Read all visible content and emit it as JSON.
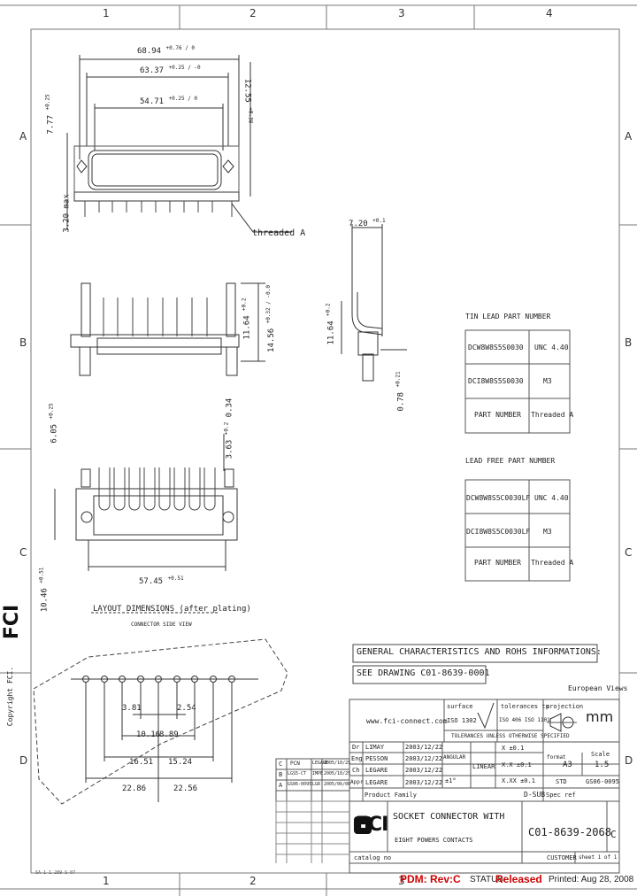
{
  "zones": {
    "columns_top": [
      "1",
      "2",
      "3",
      "4"
    ],
    "columns_bottom": [
      "1",
      "2",
      "3"
    ],
    "rows_left": [
      "A",
      "B",
      "C",
      "D"
    ],
    "rows_right": [
      "A",
      "B",
      "C",
      "D"
    ]
  },
  "side_text": {
    "copyright": "Copyright FCI.",
    "logo": "FCI"
  },
  "front_view": {
    "dim_overall": "68.94",
    "dim_overall_tol": "+0.76 / 0",
    "dim_mount": "63.37",
    "dim_mount_tol": "+0.25 / -0",
    "dim_shell": "54.71",
    "dim_shell_tol": "+0.25 / 0",
    "dim_height_left": "7.77",
    "dim_height_left_tol": "+0.25",
    "dim_height_right": "12.55",
    "dim_height_right_tol": "+0.38",
    "dim_tail": "3.20 max",
    "thread_label": "threaded A"
  },
  "side_view": {
    "dim_depth": "7.20",
    "dim_depth_tol": "+0.1",
    "dim_height": "11.64",
    "dim_height_tol": "+0.2",
    "dim_thickness": "0.78",
    "dim_thickness_tol": "+0.21"
  },
  "mid_view": {
    "dim_a": "11.64",
    "dim_a_tol": "+0.2",
    "dim_b": "14.56",
    "dim_b_tol": "+0.32 / -0.0"
  },
  "bottom_view": {
    "dim_left": "6.05",
    "dim_left_tol": "+0.25",
    "dim_right": "3.63",
    "dim_right_tol": "+0.2",
    "dim_right2": "0.34",
    "dim_width": "57.45",
    "dim_width_tol": "+0.51",
    "dim_height": "10.46",
    "dim_height_tol": "+0.51"
  },
  "layout_dims": {
    "title": "LAYOUT DIMENSIONS (after plating)",
    "subtitle": "CONNECTOR SIDE VIEW",
    "d1": "3.81",
    "d2": "2.54",
    "d3": "10.16",
    "d4": "8.89",
    "d5": "16.51",
    "d6": "15.24",
    "d7": "22.86",
    "d8": "22.56"
  },
  "tin_lead_table": {
    "title": "TIN LEAD PART NUMBER",
    "rows": [
      {
        "part": "DCW8W8S5S0030",
        "thread": "UNC 4.40"
      },
      {
        "part": "DCI8W8S5S0030",
        "thread": "M3"
      },
      {
        "part": "PART NUMBER",
        "thread": "Threaded A"
      }
    ]
  },
  "lead_free_table": {
    "title": "LEAD FREE PART NUMBER",
    "rows": [
      {
        "part": "DCW8W8S5C0030LF",
        "thread": "UNC 4.40"
      },
      {
        "part": "DCI8W8S5C0030LF",
        "thread": "M3"
      },
      {
        "part": "PART NUMBER",
        "thread": "Threaded A"
      }
    ]
  },
  "general": {
    "line1": "GENERAL CHARACTERISTICS AND ROHS INFORMATIONS:",
    "line2": "SEE DRAWING C01-8639-0001",
    "views": "European Views"
  },
  "title_block": {
    "website": "www.fci-connect.com",
    "surface_label": "surface",
    "surface_value": "ISO 1302",
    "tolerances_label": "tolerances to",
    "tolerances_value": "ISO 406  ISO 1101",
    "tolerance_note": "TOLERANCES UNLESS OTHERWISE SPECIFIED",
    "projection_label": "projection",
    "projection_value": "mm",
    "angular_label": "ANGULAR",
    "angular_value": "±1°",
    "linear_label": "LINEAR",
    "linear_rows": [
      [
        "X",
        "±0.1"
      ],
      [
        "X.X",
        "±0.1"
      ],
      [
        "X.XX",
        "±0.1"
      ]
    ],
    "format_label": "format",
    "format_value": "A3",
    "scale_label": "Scale",
    "scale_value": "1.5",
    "std_label": "STD",
    "std_value": "GS06-0095",
    "spec_label": "Spec ref",
    "people": [
      {
        "role": "Dr",
        "name": "LIMAY",
        "date": "2003/12/22"
      },
      {
        "role": "Eng",
        "name": "PESSON",
        "date": "2003/12/22"
      },
      {
        "role": "Ch",
        "name": "LEGARE",
        "date": "2003/12/22"
      },
      {
        "role": "Appr",
        "name": "LEGARE",
        "date": "2003/12/22"
      }
    ],
    "product_family_label": "Product Family",
    "product_family": "D-SUB",
    "revisions": [
      {
        "rev": "C",
        "desc": "PCN",
        "by": "LEGARE",
        "date": "2005/10/25"
      },
      {
        "rev": "B",
        "desc": "LGS5-CT",
        "by": "IMPE",
        "date": "2005/10/25"
      },
      {
        "rev": "A",
        "desc": "GS06-0095",
        "by": "LGR",
        "date": "2005/06/06"
      }
    ],
    "title_line1": "SOCKET CONNECTOR WITH",
    "title_line2": "EIGHT POWERS CONTACTS",
    "catalog": "catalog no",
    "drawing_no": "C01-8639-2068",
    "revision": "C",
    "customer": "CUSTOMER",
    "sheet": "sheet 1 of 1"
  },
  "footer": {
    "code": "SA-1-1 289-S-07",
    "pdm": "PDM: Rev:C",
    "status_label": "STATUS:",
    "status_value": "Released",
    "printed": "Printed: Aug 28, 2008"
  }
}
